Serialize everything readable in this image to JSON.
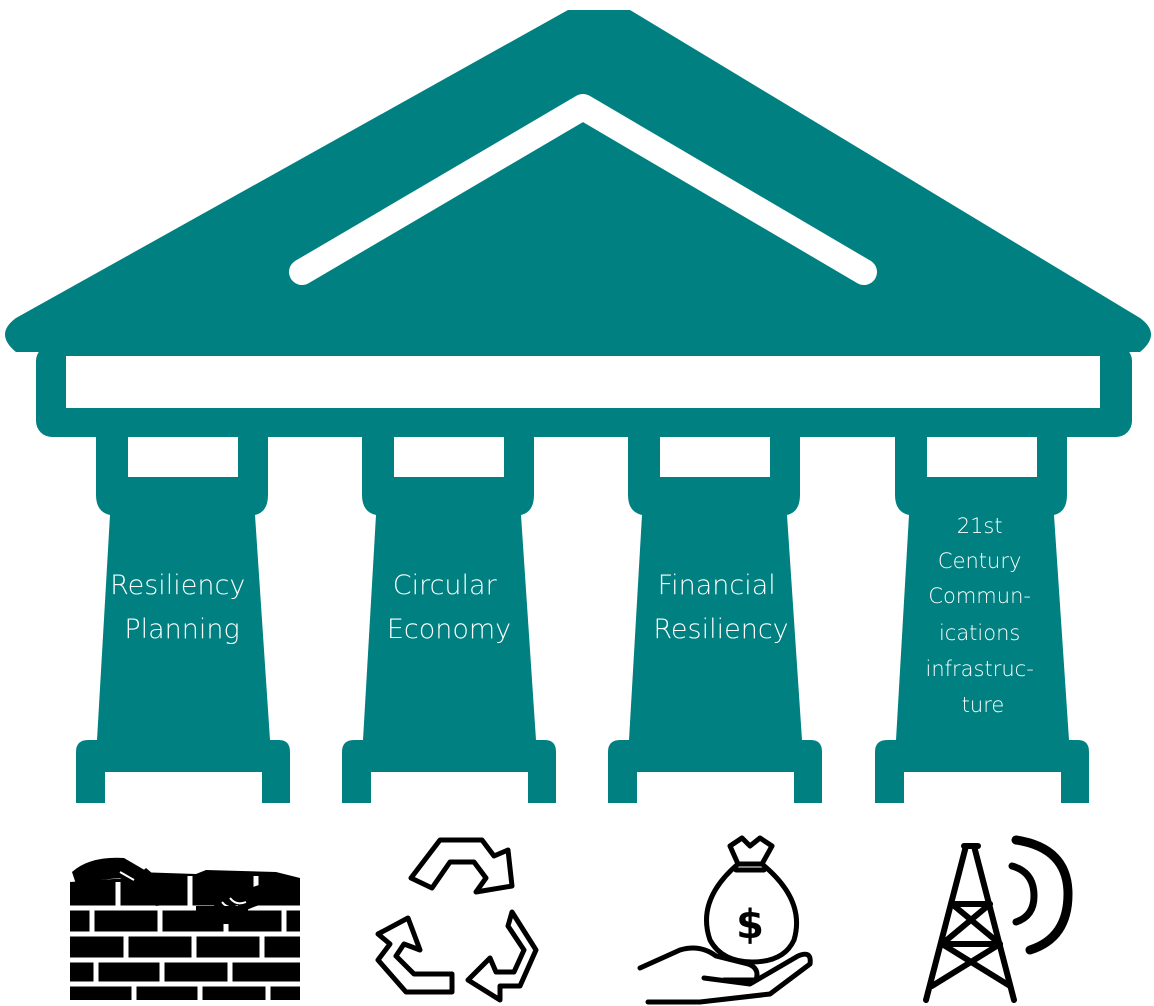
{
  "colors": {
    "teal": "#008080",
    "white": "#ffffff",
    "icon": "#000000"
  },
  "pillars": [
    {
      "lines": [
        "Resiliency",
        "Planning"
      ],
      "icon": "bricklaying-hands-icon"
    },
    {
      "lines": [
        "Circular",
        "Economy"
      ],
      "icon": "recycle-icon"
    },
    {
      "lines": [
        "Financial",
        "Resiliency"
      ],
      "icon": "money-bag-hand-icon"
    },
    {
      "lines": [
        "21st",
        "Century",
        "Commun-",
        "ications",
        "infrastruc-",
        "ture"
      ],
      "icon": "radio-tower-icon"
    }
  ]
}
